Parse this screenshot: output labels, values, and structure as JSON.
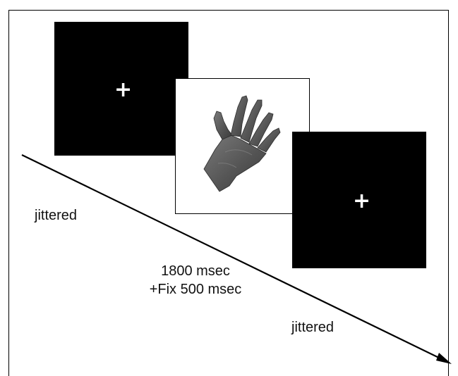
{
  "diagram": {
    "stimuli": [
      {
        "kind": "fixation",
        "symbol": "+"
      },
      {
        "kind": "hand-image"
      },
      {
        "kind": "fixation",
        "symbol": "+"
      }
    ],
    "labels": {
      "first_interval": "jittered",
      "stimulus_duration_line1": "1800 msec",
      "stimulus_duration_line2": "+Fix 500 msec",
      "second_interval": "jittered"
    },
    "colors": {
      "screen_background": "#000000",
      "fixation_cross": "#ffffff",
      "hand": "#5a5a5a"
    }
  }
}
